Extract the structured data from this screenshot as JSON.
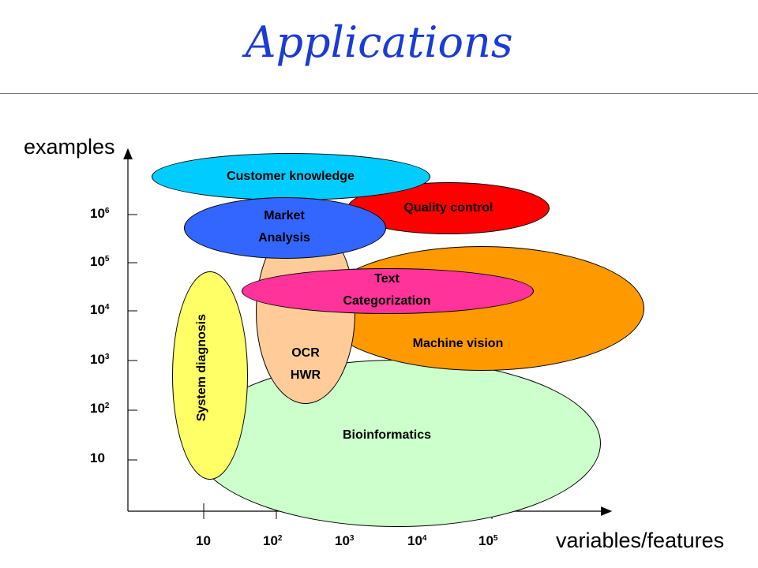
{
  "title": "Applications",
  "axes": {
    "y_label": "examples",
    "x_label": "variables/features",
    "y_ticks": [
      {
        "base": "10",
        "exp": ""
      },
      {
        "base": "10",
        "exp": "2"
      },
      {
        "base": "10",
        "exp": "3"
      },
      {
        "base": "10",
        "exp": "4"
      },
      {
        "base": "10",
        "exp": "5"
      },
      {
        "base": "10",
        "exp": "6"
      }
    ],
    "x_ticks": [
      {
        "base": "10",
        "exp": ""
      },
      {
        "base": "10",
        "exp": "2"
      },
      {
        "base": "10",
        "exp": "3"
      },
      {
        "base": "10",
        "exp": "4"
      },
      {
        "base": "10",
        "exp": "5"
      }
    ]
  },
  "regions": {
    "bioinformatics": {
      "label": "Bioinformatics",
      "color": "#ccffcc"
    },
    "machine_vision": {
      "label": "Machine vision",
      "color": "#ff9900"
    },
    "ocr_hwr": {
      "line1": "OCR",
      "line2": "HWR",
      "color": "#ffcc99"
    },
    "system_diagnosis": {
      "label": "System diagnosis",
      "color": "#ffff66"
    },
    "quality_control": {
      "label": "Quality control",
      "color": "#ff0000"
    },
    "customer_knowledge": {
      "label": "Customer knowledge",
      "color": "#00ccff"
    },
    "market_analysis": {
      "line1": "Market",
      "line2": "Analysis",
      "color": "#3366ff"
    },
    "text_categorization": {
      "line1": "Text",
      "line2": "Categorization",
      "color": "#ff3399"
    }
  }
}
